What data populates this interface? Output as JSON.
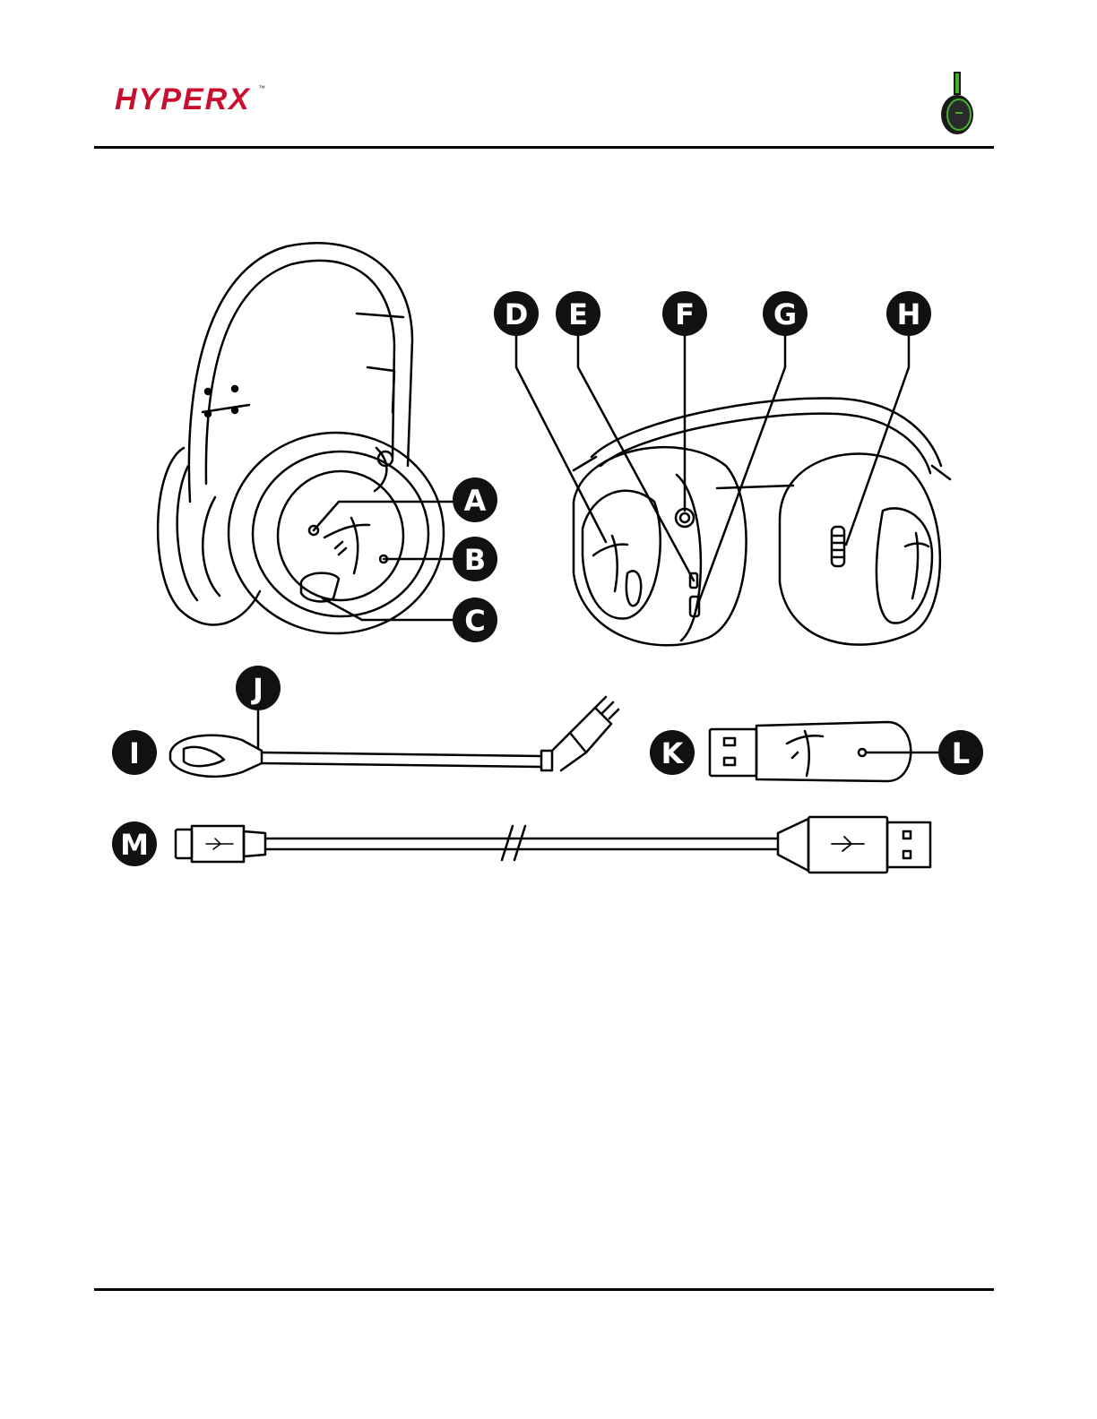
{
  "header": {
    "logo_text": "HYPERX",
    "logo_tm": "™",
    "brand_color": "#c8102e",
    "accent_color": "#43b02a"
  },
  "callouts": [
    "A",
    "B",
    "C",
    "D",
    "E",
    "F",
    "G",
    "H",
    "I",
    "J",
    "K",
    "L",
    "M"
  ]
}
